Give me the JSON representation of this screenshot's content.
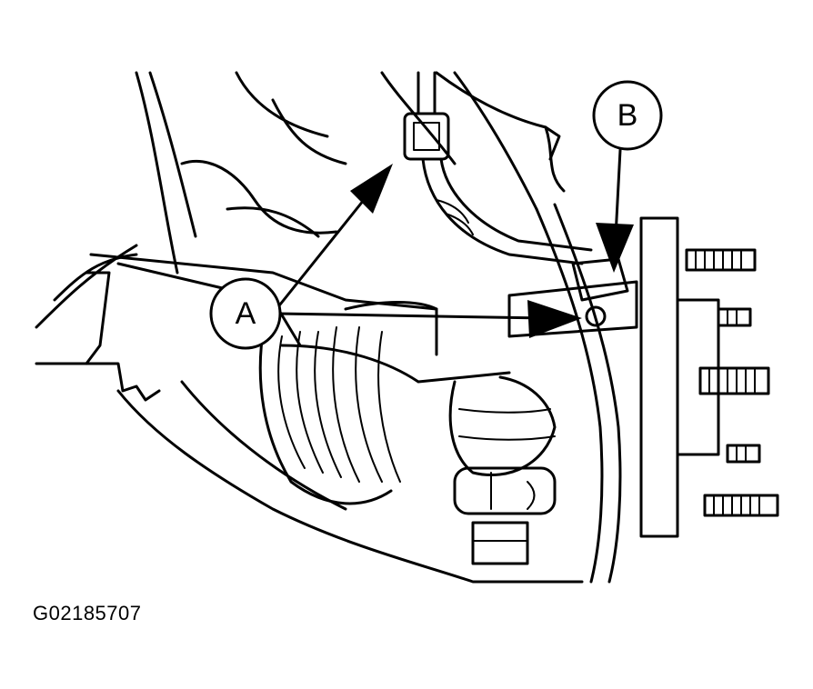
{
  "callouts": {
    "a": "A",
    "b": "B"
  },
  "figure_code": "G02185707",
  "colors": {
    "ink": "#000000",
    "paper": "#ffffff"
  }
}
